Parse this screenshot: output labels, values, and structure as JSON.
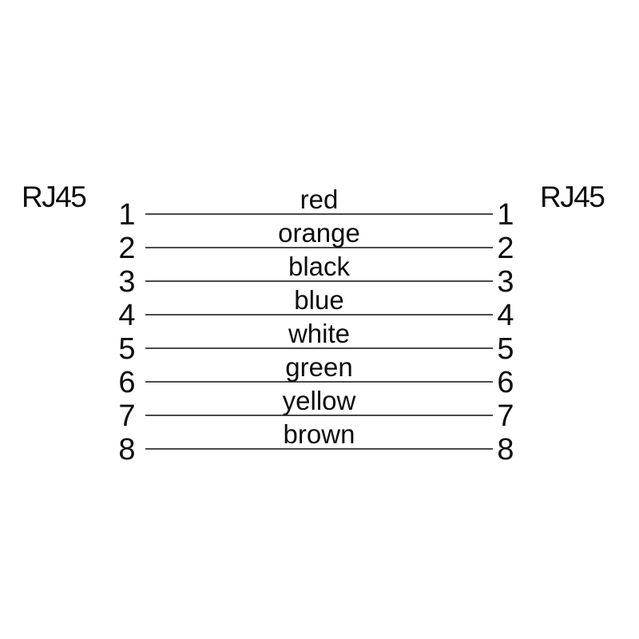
{
  "diagram": {
    "type": "cable-pinout-diagram",
    "left_connector": "RJ45",
    "right_connector": "RJ45",
    "wires": [
      {
        "left_pin": "1",
        "right_pin": "1",
        "label": "red"
      },
      {
        "left_pin": "2",
        "right_pin": "2",
        "label": "orange"
      },
      {
        "left_pin": "3",
        "right_pin": "3",
        "label": "black"
      },
      {
        "left_pin": "4",
        "right_pin": "4",
        "label": "blue"
      },
      {
        "left_pin": "5",
        "right_pin": "5",
        "label": "white"
      },
      {
        "left_pin": "6",
        "right_pin": "6",
        "label": "green"
      },
      {
        "left_pin": "7",
        "right_pin": "7",
        "label": "yellow"
      },
      {
        "left_pin": "8",
        "right_pin": "8",
        "label": "brown"
      }
    ],
    "colors": {
      "background": "#ffffff",
      "text": "#0d0d0d",
      "line": "#4a4a4a"
    }
  }
}
